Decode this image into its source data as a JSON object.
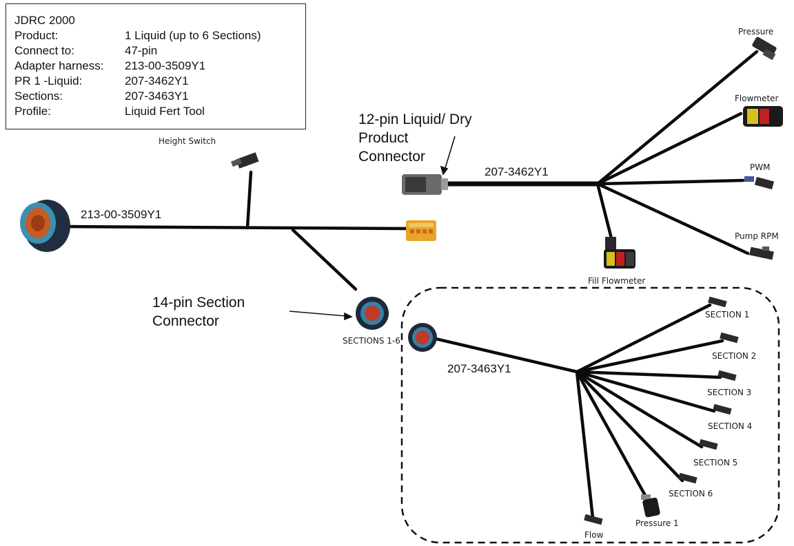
{
  "info": {
    "title": "JDRC 2000",
    "rows": [
      {
        "key": "Product:",
        "value": "1 Liquid (up to 6 Sections)"
      },
      {
        "key": "Connect to:",
        "value": "47-pin"
      },
      {
        "key": "Adapter harness:",
        "value": "213-00-3509Y1"
      },
      {
        "key": "PR 1 -Liquid:",
        "value": "207-3462Y1"
      },
      {
        "key": "Sections:",
        "value": "207-3463Y1"
      },
      {
        "key": "Profile:",
        "value": "Liquid Fert Tool"
      }
    ]
  },
  "harnesses": {
    "adapter": "213-00-3509Y1",
    "product": "207-3462Y1",
    "sections": "207-3463Y1"
  },
  "callouts": {
    "product_connector": "12-pin Liquid/ Dry Product Connector",
    "section_connector": "14-pin Section Connector"
  },
  "labels": {
    "height_switch": "Height Switch",
    "sections_connector": "SECTIONS 1-6",
    "pressure": "Pressure",
    "flowmeter": "Flowmeter",
    "pwm": "PWM",
    "pump_rpm": "Pump RPM",
    "fill_flowmeter": "Fill Flowmeter",
    "section_1": "SECTION 1",
    "section_2": "SECTION 2",
    "section_3": "SECTION 3",
    "section_4": "SECTION 4",
    "section_5": "SECTION 5",
    "section_6": "SECTION 6",
    "pressure_1": "Pressure 1",
    "flow": "Flow"
  }
}
